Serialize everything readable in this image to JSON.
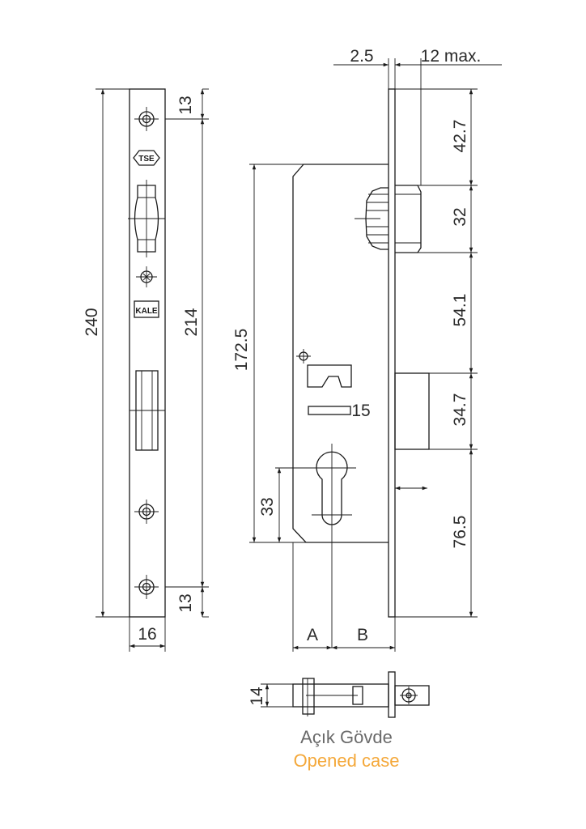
{
  "front_view": {
    "total_height": "240",
    "screw_pitch": "214",
    "top_offset": "13",
    "bottom_offset": "13",
    "width": "16",
    "logos": {
      "tse": "TSE",
      "kale": "KALE"
    }
  },
  "side_view": {
    "face_thickness": "2.5",
    "latch_projection": "12 max.",
    "body_height": "172.5",
    "cylinder_hole_height": "33",
    "slot_width": "15",
    "backset_a": "A",
    "backset_b": "B",
    "right_dims": [
      "42.7",
      "32",
      "54.1",
      "34.7",
      "76.5"
    ]
  },
  "bottom_view": {
    "thickness": "14"
  },
  "caption": {
    "tr": "Açık Gövde",
    "en": "Opened case",
    "en_color": "#f4a83a",
    "tr_color": "#6a6a6a"
  }
}
